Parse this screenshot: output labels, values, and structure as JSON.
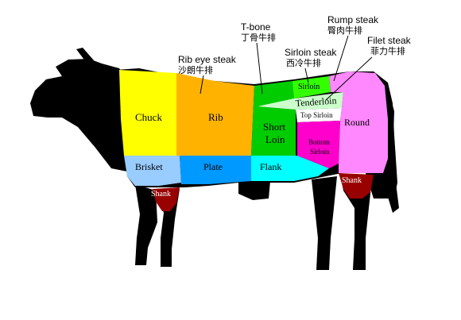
{
  "colors": {
    "silhouette": "#000000",
    "chuck": "#ffff00",
    "rib": "#ffb300",
    "short_loin": "#00cc00",
    "sirloin": "#33ff00",
    "tenderloin": "#ccffcc",
    "top_sirloin": "#ffffff",
    "bottom_sirloin": "#ff00cc",
    "round": "#ff88ff",
    "brisket": "#99ccff",
    "plate": "#0099ff",
    "flank": "#00ffff",
    "shank": "#990000"
  },
  "cuts": {
    "chuck": "Chuck",
    "rib": "Rib",
    "short_loin_line1": "Short",
    "short_loin_line2": "Loin",
    "sirloin": "Sirloin",
    "tenderloin": "Tenderloin",
    "top_sirloin": "Top Sirloin",
    "bottom_sirloin_line1": "Bottom",
    "bottom_sirloin_line2": "Sirloin",
    "round": "Round",
    "brisket": "Brisket",
    "plate": "Plate",
    "flank": "Flank",
    "shank_front": "Shank",
    "shank_rear": "Shank"
  },
  "callouts": {
    "rib_eye": {
      "en": "Rib eye steak",
      "zh": "沙朗牛排"
    },
    "t_bone": {
      "en": "T-bone",
      "zh": "丁骨牛排"
    },
    "sirloin_steak": {
      "en": "Sirloin steak",
      "zh": "西冷牛排"
    },
    "rump_steak": {
      "en": "Rump steak",
      "zh": "臀肉牛排"
    },
    "filet_steak": {
      "en": "Filet steak",
      "zh": "菲力牛排"
    }
  }
}
